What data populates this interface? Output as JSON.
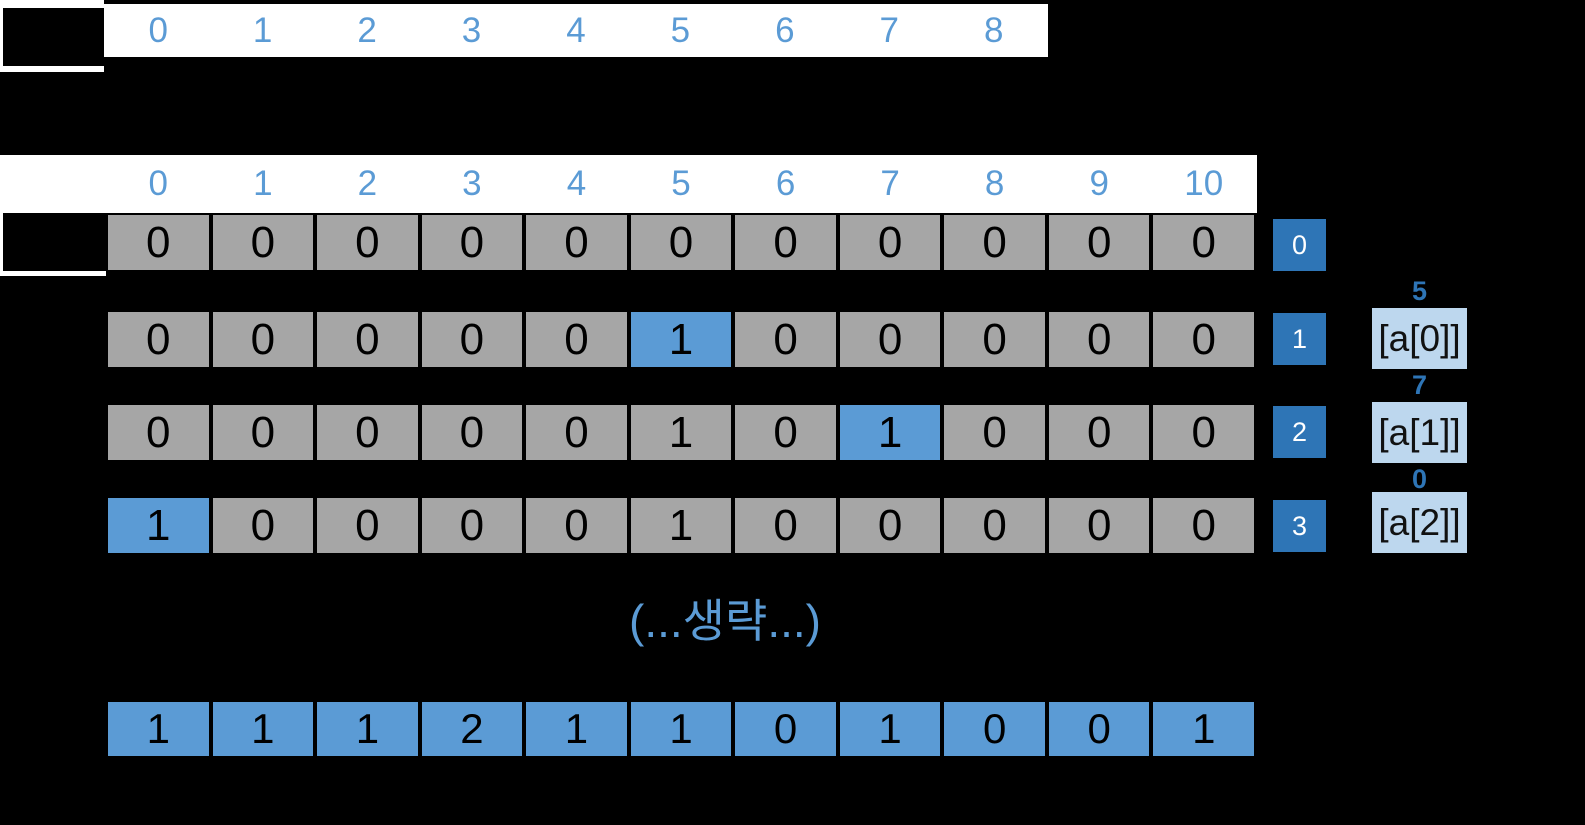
{
  "colors": {
    "background": "#000000",
    "index_bar_bg": "#FFFFFF",
    "index_text": "#5B9BD5",
    "cell_gray": "#A6A6A6",
    "cell_highlight_blue": "#5B9BD5",
    "cell_border": "#000000",
    "row_badge_bg": "#2E75B6",
    "row_badge_text": "#FFFFFF",
    "ref_box_bg": "#BDD7EE",
    "ref_box_text": "#111111",
    "annotation_number_color": "#2E75B6",
    "omission_text_color": "#5B9BD5"
  },
  "array_a_section": {
    "indices": [
      "0",
      "1",
      "2",
      "3",
      "4",
      "5",
      "6",
      "7",
      "8"
    ]
  },
  "count_section": {
    "indices": [
      "0",
      "1",
      "2",
      "3",
      "4",
      "5",
      "6",
      "7",
      "8",
      "9",
      "10"
    ],
    "rows": [
      {
        "badge": "0",
        "values": [
          "0",
          "0",
          "0",
          "0",
          "0",
          "0",
          "0",
          "0",
          "0",
          "0",
          "0"
        ],
        "highlights": []
      },
      {
        "badge": "1",
        "values": [
          "0",
          "0",
          "0",
          "0",
          "0",
          "1",
          "0",
          "0",
          "0",
          "0",
          "0"
        ],
        "highlights": [
          5
        ],
        "annotation_value": "5",
        "annotation_ref": "[a[0]]"
      },
      {
        "badge": "2",
        "values": [
          "0",
          "0",
          "0",
          "0",
          "0",
          "1",
          "0",
          "1",
          "0",
          "0",
          "0"
        ],
        "highlights": [
          7
        ],
        "annotation_value": "7",
        "annotation_ref": "[a[1]]"
      },
      {
        "badge": "3",
        "values": [
          "1",
          "0",
          "0",
          "0",
          "0",
          "1",
          "0",
          "0",
          "0",
          "0",
          "0"
        ],
        "highlights": [
          0
        ],
        "annotation_value": "0",
        "annotation_ref": "[a[2]]"
      }
    ]
  },
  "omission_label": "(...생략...)",
  "final_row": {
    "values": [
      "1",
      "1",
      "1",
      "2",
      "1",
      "1",
      "0",
      "1",
      "0",
      "0",
      "1"
    ]
  }
}
